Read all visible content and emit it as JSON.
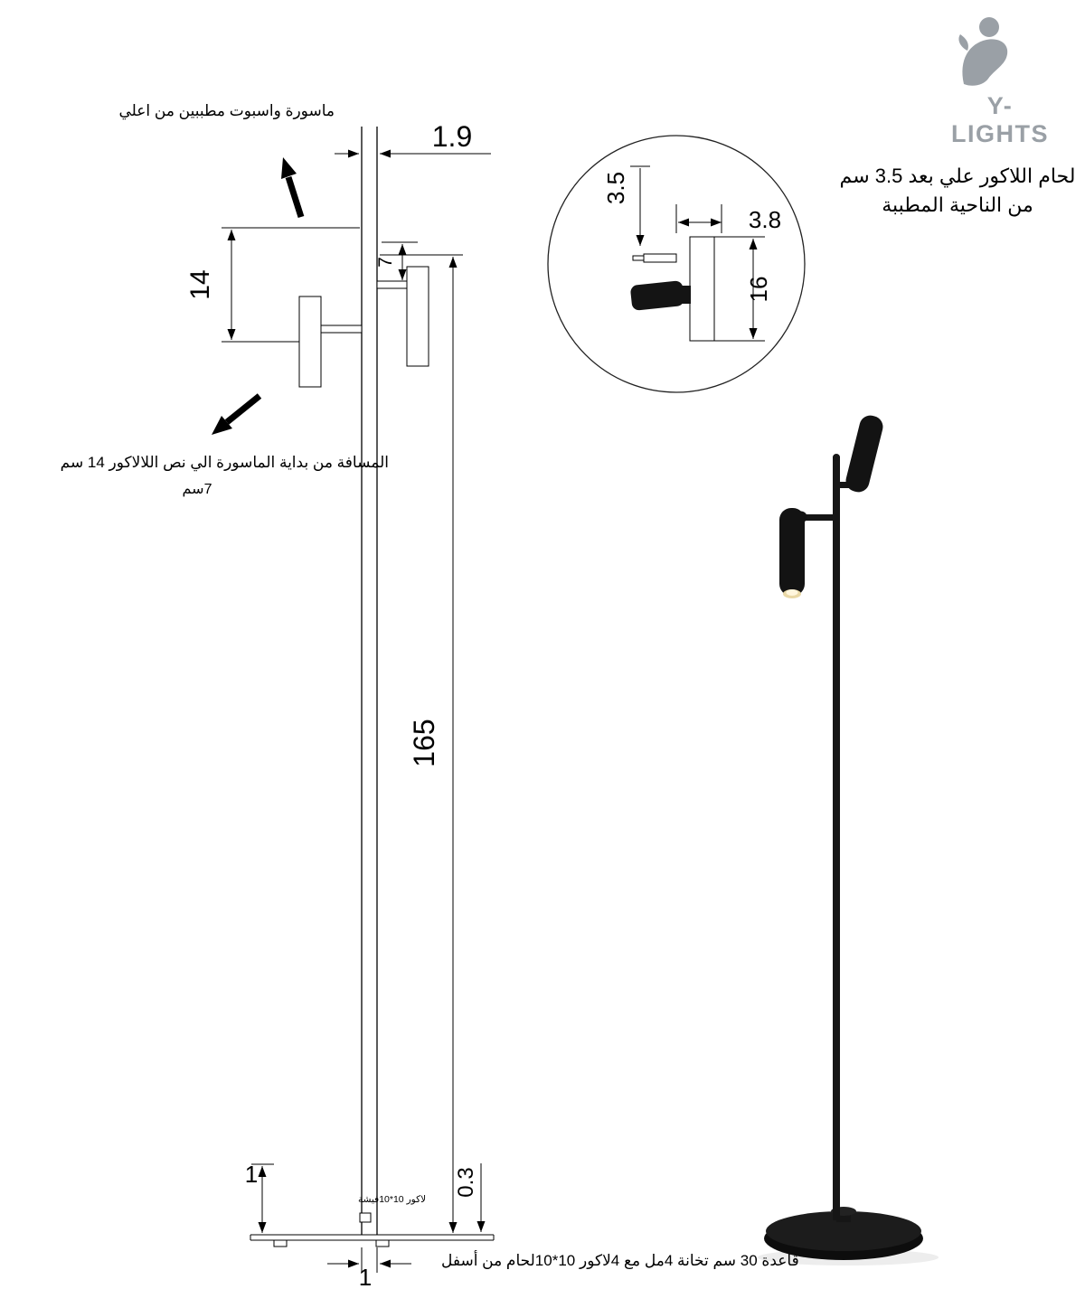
{
  "brand": {
    "name": "Y-LIGHTS"
  },
  "notes": {
    "top": "ماسورة واسبوت مطببين من اعلي",
    "distance_line1": "المسافة من بداية الماسورة الي نص اللالاكور 14 سم",
    "distance_line2": "7سم",
    "weld_line1": "لحام اللاكور علي بعد 3.5 سم",
    "weld_line2": "من الناحية المطببة",
    "plug": "لاكور 10*10فيشة",
    "base": "قاعدة 30 سم تخانة 4مل مع 4لاكور 10*10لحام من أسفل"
  },
  "dimensions": {
    "pipe_width": "1.9",
    "upper_offset": "14",
    "spot_gap": "7",
    "pole_height": "165",
    "base_rise": "1",
    "base_thickness": "0.3",
    "base_weld": "1",
    "detail_offset": "3.5",
    "detail_width": "3.8",
    "detail_height": "16"
  },
  "colors": {
    "line": "#000000",
    "lamp_black": "#141414",
    "logo_gray": "#9aa0a6"
  }
}
